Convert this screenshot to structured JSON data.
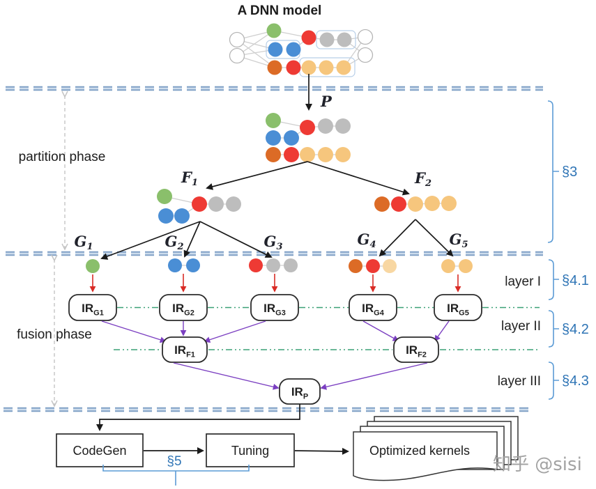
{
  "title": "A DNN model",
  "phases": {
    "partition": "partition phase",
    "fusion": "fusion phase"
  },
  "sections": {
    "s3": "§3",
    "s41": "§4.1",
    "s42": "§4.2",
    "s43": "§4.3",
    "s5": "§5"
  },
  "layers": {
    "l1": "layer I",
    "l2": "layer II",
    "l3": "layer III"
  },
  "ops": {
    "p": "P",
    "f": [
      {
        "m": "F",
        "s": "1"
      },
      {
        "m": "F",
        "s": "2"
      }
    ],
    "g": [
      {
        "m": "G",
        "s": "1"
      },
      {
        "m": "G",
        "s": "2"
      },
      {
        "m": "G",
        "s": "3"
      },
      {
        "m": "G",
        "s": "4"
      },
      {
        "m": "G",
        "s": "5"
      }
    ]
  },
  "ir": {
    "main": "IR",
    "subs": [
      "G1",
      "G2",
      "G3",
      "G4",
      "G5",
      "F1",
      "F2",
      "P"
    ]
  },
  "flow": {
    "codegen": "CodeGen",
    "tuning": "Tuning",
    "kernels": "Optimized kernels"
  },
  "watermark": "知乎 @sisi",
  "colors": {
    "node_green": "#8abf6b",
    "node_blue": "#4a8ed5",
    "node_red": "#ee3a34",
    "node_orange": "#dc6b26",
    "node_yellow": "#f6c67d",
    "node_yellow_pale": "#f8d7a2",
    "node_gray": "#bdbdbd",
    "node_white_stroke": "#b5b5b5",
    "edge_gray": "#cfcfcf",
    "cluster_box": "#b8cfe8",
    "separator_dark": "#7e9fc5",
    "separator_light": "#ccdcec",
    "fusion_line": "#3aa076",
    "arrow_black": "#1a1a1a",
    "arrow_red": "#d92b25",
    "arrow_purple": "#7b3fc1",
    "arrow_gray": "#c4c4c4",
    "bracket_blue": "#5b9bd5",
    "section_blue": "#2e74b5",
    "box_stroke": "#2b2b2b",
    "text_dark": "#1c1c1c",
    "watermark_gray": "#a3a3a3"
  }
}
